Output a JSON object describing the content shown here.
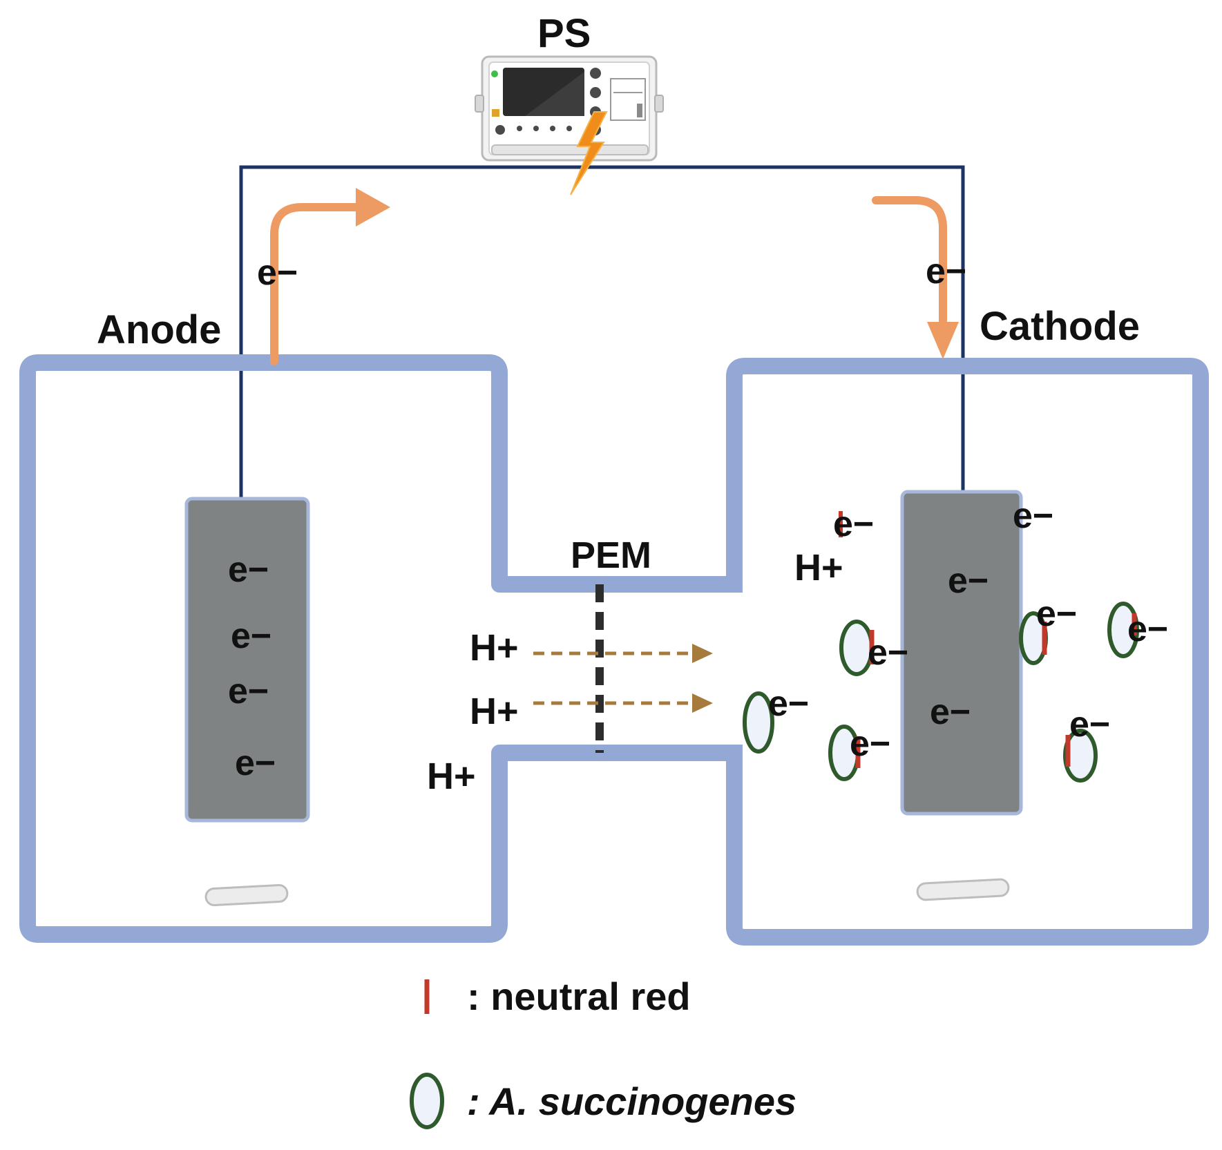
{
  "labels": {
    "ps": "PS",
    "anode": "Anode",
    "cathode": "Cathode",
    "pem": "PEM",
    "electron": "e−",
    "proton": "H+"
  },
  "legend": {
    "neutral_red": ": neutral red",
    "bacterium": ": A. succinogenes"
  },
  "colors": {
    "chamber": "#93a8d4",
    "wire": "#1e3263",
    "electrode": "#808384",
    "flow_arrow": "#ee9b63",
    "proton_arrow": "#a57a3b",
    "bacterium_outline": "#2f5a2c",
    "bacterium_fill": "#eef3fb",
    "neutral_red": "#c0392b",
    "spark": "#f08c1a"
  },
  "icons": [
    "power-supply-icon",
    "lightning-icon",
    "stir-bar-icon",
    "bacterium-icon",
    "neutral-red-icon"
  ]
}
